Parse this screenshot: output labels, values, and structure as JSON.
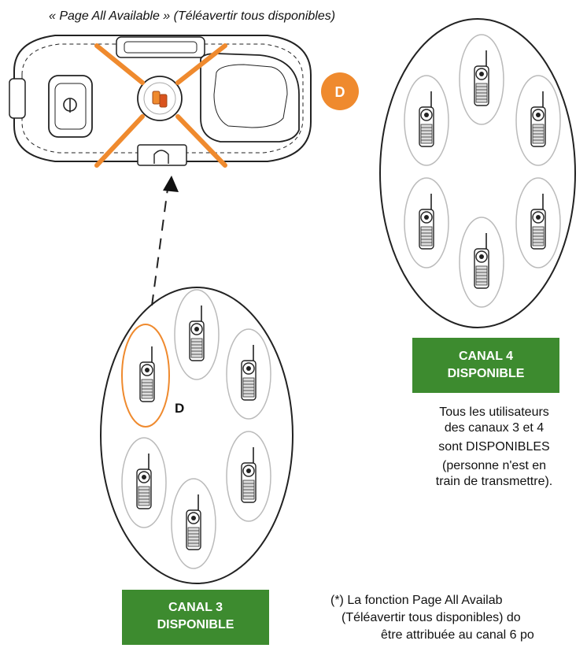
{
  "title": "« Page All Available » (Téléavertir tous disponibles)",
  "marker_label": "D",
  "channel4": {
    "line1": "CANAL 4",
    "line2": "DISPONIBLE"
  },
  "channel3": {
    "line1": "CANAL 3",
    "line2": "DISPONIBLE"
  },
  "note": {
    "line1": "Tous les utilisateurs",
    "line2": "des canaux 3 et 4",
    "line3": "sont DISPONIBLES",
    "line4": "(personne n'est en",
    "line5": "train de transmettre)."
  },
  "footnote": {
    "line1": "(*) La fonction Page All Availab",
    "line2": "(Téléavertir tous disponibles) do",
    "line3": "être attribuée au canal 6 po"
  },
  "colors": {
    "accent": "#ef8a2e",
    "badge": "#3d8b2f",
    "outline": "#222222"
  },
  "icons": [
    "base-station-icon",
    "walkie-talkie-icon",
    "arrow-up-icon"
  ]
}
